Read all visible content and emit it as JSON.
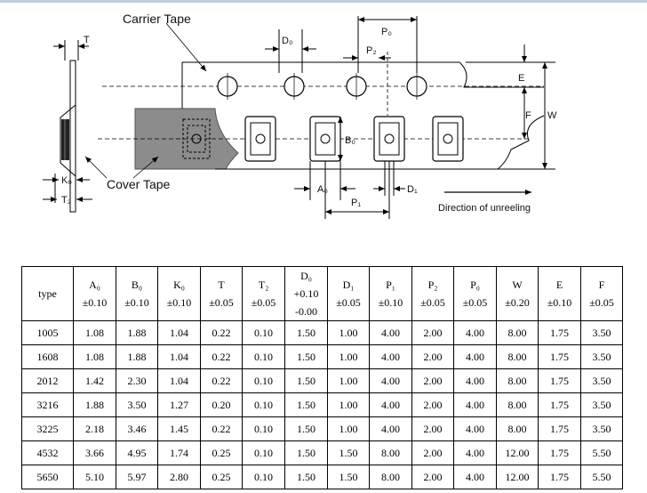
{
  "diagram": {
    "carrier_tape_label": "Carrier Tape",
    "cover_tape_label": "Cover Tape",
    "direction_label": "Direction of unreeling",
    "dim_labels": {
      "T": "T",
      "D0": "D₀",
      "P0": "P₀",
      "P2": "P₂",
      "E": "E",
      "F": "F",
      "W": "W",
      "B0": "B₀",
      "K0": "K₀",
      "T2": "T₂",
      "A0": "A₀",
      "P1": "P₁",
      "D1": "D₁"
    }
  },
  "table": {
    "header": [
      {
        "sym": "type",
        "tol": ""
      },
      {
        "sym": "A₀",
        "tol": "±0.10"
      },
      {
        "sym": "B₀",
        "tol": "±0.10"
      },
      {
        "sym": "K₀",
        "tol": "±0.10"
      },
      {
        "sym": "T",
        "tol": "±0.05"
      },
      {
        "sym": "T₂",
        "tol": "±0.05"
      },
      {
        "sym": "D₀",
        "tol": "+0.10",
        "tol2": "-0.00"
      },
      {
        "sym": "D₁",
        "tol": "±0.05"
      },
      {
        "sym": "P₁",
        "tol": "±0.10"
      },
      {
        "sym": "P₂",
        "tol": "±0.05"
      },
      {
        "sym": "P₀",
        "tol": "±0.05"
      },
      {
        "sym": "W",
        "tol": "±0.20"
      },
      {
        "sym": "E",
        "tol": "±0.10"
      },
      {
        "sym": "F",
        "tol": "±0.05"
      }
    ],
    "rows": [
      [
        "1005",
        "1.08",
        "1.88",
        "1.04",
        "0.22",
        "0.10",
        "1.50",
        "1.00",
        "4.00",
        "2.00",
        "4.00",
        "8.00",
        "1.75",
        "3.50"
      ],
      [
        "1608",
        "1.08",
        "1.88",
        "1.04",
        "0.22",
        "0.10",
        "1.50",
        "1.00",
        "4.00",
        "2.00",
        "4.00",
        "8.00",
        "1.75",
        "3.50"
      ],
      [
        "2012",
        "1.42",
        "2.30",
        "1.04",
        "0.22",
        "0.10",
        "1.50",
        "1.00",
        "4.00",
        "2.00",
        "4.00",
        "8.00",
        "1.75",
        "3.50"
      ],
      [
        "3216",
        "1.88",
        "3.50",
        "1.27",
        "0.20",
        "0.10",
        "1.50",
        "1.00",
        "4.00",
        "2.00",
        "4.00",
        "8.00",
        "1.75",
        "3.50"
      ],
      [
        "3225",
        "2.18",
        "3.46",
        "1.45",
        "0.22",
        "0.10",
        "1.50",
        "1.00",
        "4.00",
        "2.00",
        "4.00",
        "8.00",
        "1.75",
        "3.50"
      ],
      [
        "4532",
        "3.66",
        "4.95",
        "1.74",
        "0.25",
        "0.10",
        "1.50",
        "1.50",
        "8.00",
        "2.00",
        "4.00",
        "12.00",
        "1.75",
        "5.50"
      ],
      [
        "5650",
        "5.10",
        "5.97",
        "2.80",
        "0.25",
        "0.10",
        "1.50",
        "1.50",
        "8.00",
        "2.00",
        "4.00",
        "12.00",
        "1.75",
        "5.50"
      ]
    ]
  }
}
